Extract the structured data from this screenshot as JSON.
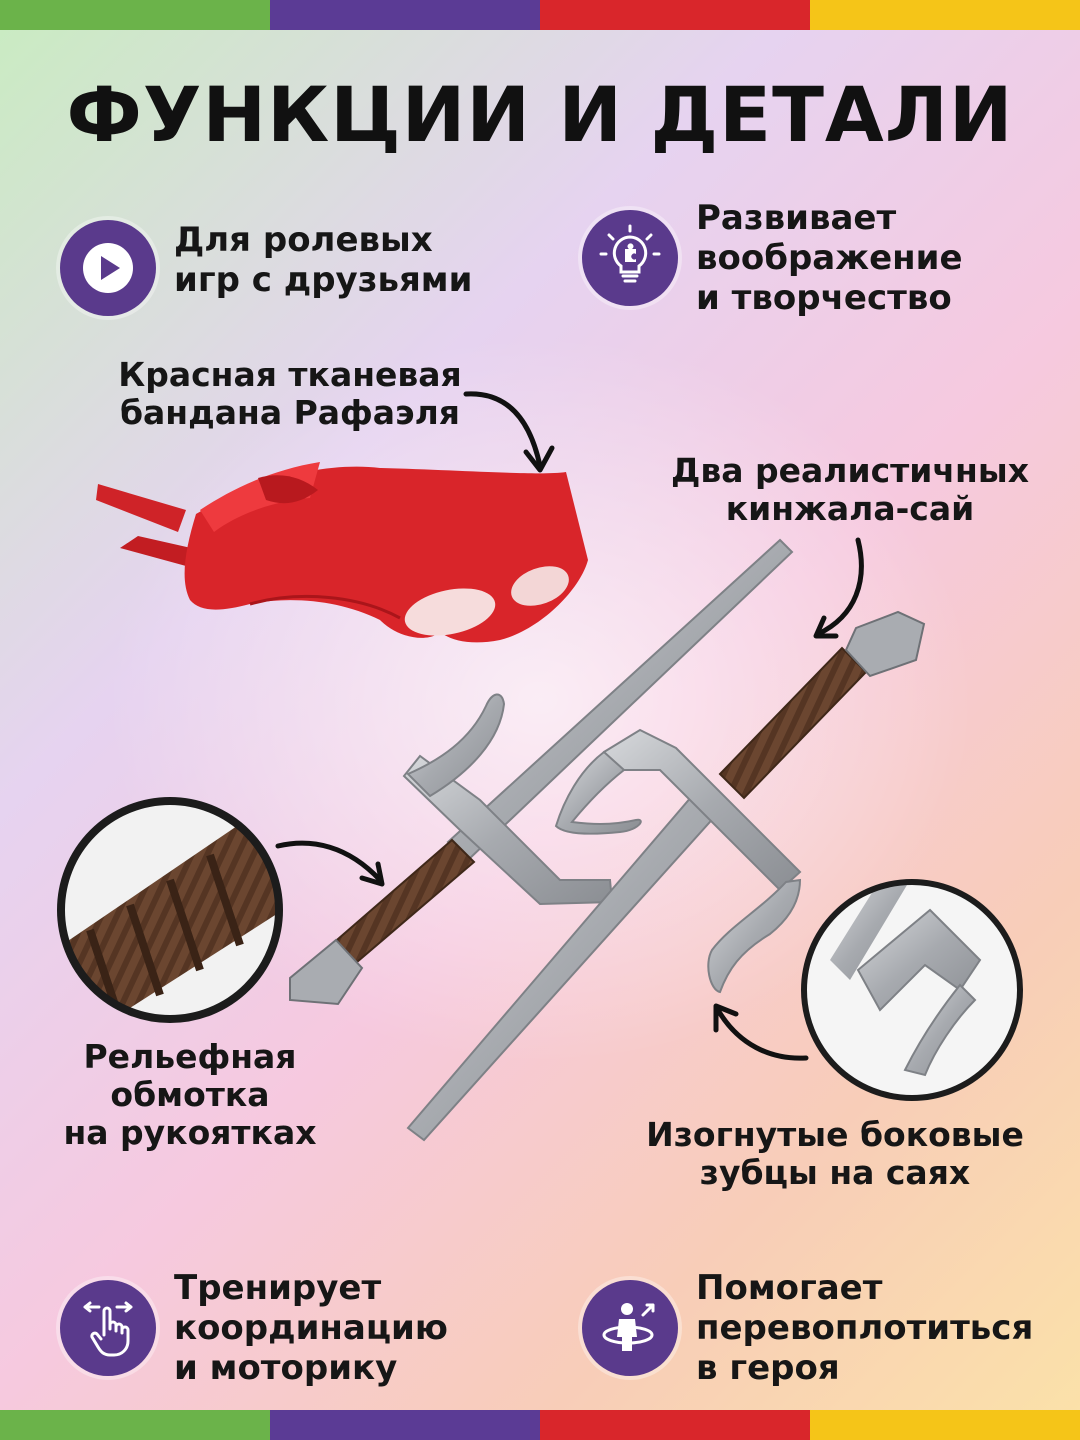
{
  "title": "ФУНКЦИИ И ДЕТАЛИ",
  "colors": {
    "stripes": [
      "#6bb34a",
      "#5b3b95",
      "#d9262b",
      "#f5c518"
    ],
    "badge": "#5a3a8c",
    "bandana": "#d9252a",
    "blade": "#a8abb0",
    "grip": "#6b4630"
  },
  "features": [
    {
      "icon": "play-icon",
      "lines": [
        "Для ролевых",
        "игр с друзьями"
      ]
    },
    {
      "icon": "lightbulb-puzzle-icon",
      "lines": [
        "Развивает",
        "воображение",
        "и творчество"
      ]
    },
    {
      "icon": "hand-swipe-icon",
      "lines": [
        "Тренирует",
        "координацию",
        "и моторику"
      ]
    },
    {
      "icon": "person-transform-icon",
      "lines": [
        "Помогает",
        "перевоплотиться",
        "в героя"
      ]
    }
  ],
  "callouts": {
    "bandana": [
      "Красная тканевая",
      "бандана Рафаэля"
    ],
    "sai": [
      "Два реалистичных",
      "кинжала-сай"
    ],
    "grip": [
      "Рельефная",
      "обмотка",
      "на рукоятках"
    ],
    "prongs": [
      "Изогнутые боковые",
      "зубцы на саях"
    ]
  }
}
